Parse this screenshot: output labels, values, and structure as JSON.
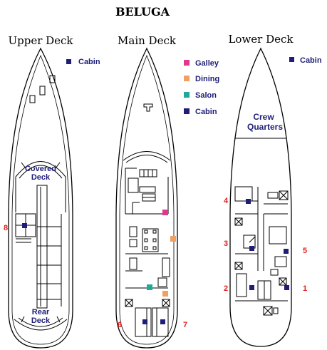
{
  "title": "BELUGA",
  "decks": {
    "upper": {
      "name": "Upper Deck",
      "legend": [
        {
          "label": "Cabin",
          "color": "#1e1e78"
        }
      ],
      "areas": {
        "covered_l1": "Covered",
        "covered_l2": "Deck",
        "rear_l1": "Rear",
        "rear_l2": "Deck"
      },
      "cabins": [
        "8"
      ]
    },
    "main": {
      "name": "Main Deck",
      "legend": [
        {
          "label": "Galley",
          "color": "#e0388c"
        },
        {
          "label": "Dining",
          "color": "#f0a060"
        },
        {
          "label": "Salon",
          "color": "#20a89a"
        },
        {
          "label": "Cabin",
          "color": "#1e1e78"
        }
      ],
      "cabins": [
        "6",
        "7"
      ]
    },
    "lower": {
      "name": "Lower Deck",
      "legend": [
        {
          "label": "Cabin",
          "color": "#1e1e78"
        }
      ],
      "areas": {
        "crew_l1": "Crew",
        "crew_l2": "Quarters"
      },
      "cabins": [
        "4",
        "3",
        "2",
        "5",
        "1"
      ]
    }
  },
  "colors": {
    "cabin": "#1e1e78",
    "galley": "#e0388c",
    "dining": "#f0a060",
    "salon": "#20a89a",
    "number": "#e02020",
    "label": "#1e1e78",
    "line": "#000000"
  }
}
